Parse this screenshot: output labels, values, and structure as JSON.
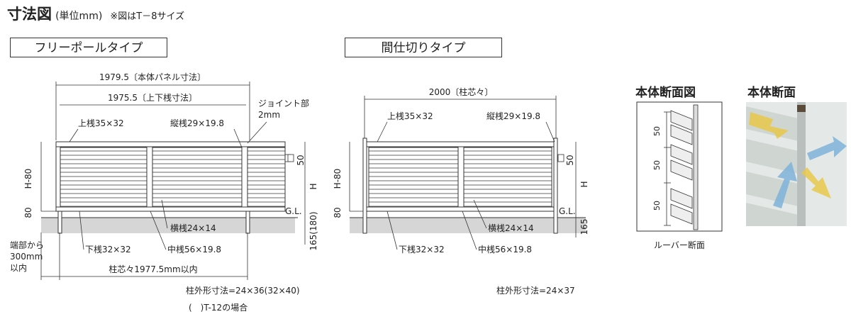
{
  "header": {
    "title": "寸法図",
    "unit": "(単位mm)",
    "note": "※図はT－8サイズ"
  },
  "types": {
    "left": "フリーポールタイプ",
    "right": "間仕切りタイプ"
  },
  "left_diagram": {
    "panel_width": "1979.5〔本体パネル寸法〕",
    "rail_width": "1975.5〔上下桟寸法〕",
    "joint_1": "ジョイント部",
    "joint_2": "2mm",
    "top_rail": "上桟35×32",
    "stile": "縦桟29×19.8",
    "h80": "H-80",
    "h": "H",
    "v80": "80",
    "v50": "50",
    "gl": "G.L.",
    "burial": "165(180)",
    "rail_h": "横桟24×14",
    "bottom_rail": "下桟32×32",
    "mid_rail": "中桟56×19.8",
    "end_1": "端部から",
    "end_2": "300mm",
    "end_3": "以内",
    "post_pitch": "柱芯々1977.5mm以内",
    "post_size": "柱外形寸法=24×36(32×40)",
    "post_note": "(　)T-12の場合"
  },
  "right_diagram": {
    "pitch": "2000〔柱芯々〕",
    "top_rail": "上桟35×32",
    "stile": "縦桟29×19.8",
    "h80": "H-80",
    "h": "H",
    "v80": "80",
    "v50": "50",
    "gl": "G.L.",
    "burial": "165",
    "rail_h": "横桟24×14",
    "bottom_rail": "下桟32×32",
    "mid_rail": "中桟56×19.8",
    "post_size": "柱外形寸法=24×37"
  },
  "section": {
    "title_drawing": "本体断面図",
    "title_photo": "本体断面",
    "dim_1": "50",
    "dim_2": "50",
    "dim_3": "50",
    "caption": "ルーバー断面"
  },
  "colors": {
    "ground": "#d6d6d6",
    "line": "#333333",
    "arrow_yellow": "#e8c84a",
    "arrow_blue": "#7fb3d9"
  }
}
